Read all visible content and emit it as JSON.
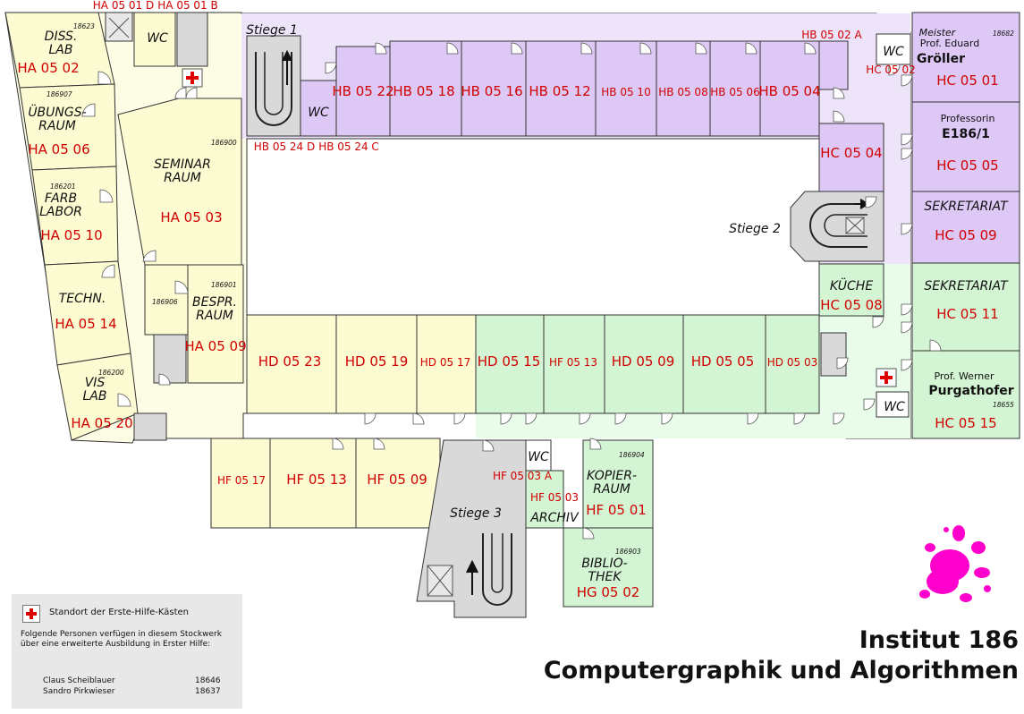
{
  "colors": {
    "yellow": "#fdfbd2",
    "violet": "#ddc8f6",
    "green": "#d4f5d4",
    "corr_v": "#ede4fa",
    "corr_y": "#fdfde6",
    "corr_g": "#e9fbe9",
    "stair": "#d9d9d9",
    "room_no": "#d10000",
    "splash": "#ff00cc"
  },
  "rooms": {
    "ha0502": {
      "label": "DISS.\nLAB",
      "no": "HA 05 02",
      "tel": "18623"
    },
    "ha0506": {
      "label": "ÜBUNGS-\nRAUM",
      "no": "HA 05 06",
      "tel": "186907"
    },
    "ha0510": {
      "label": "FARB\nLABOR",
      "no": "HA 05 10",
      "tel": "186201"
    },
    "ha0514": {
      "label": "TECHN.",
      "no": "HA 05 14"
    },
    "ha0520": {
      "label": "VIS\nLAB",
      "no": "HA 05 20",
      "tel": "186200"
    },
    "ha0503": {
      "label": "SEMINAR\nRAUM",
      "no": "HA 05 03",
      "tel": "186900"
    },
    "ha0509": {
      "label": "BESPR.\nRAUM",
      "no": "HA 05 09",
      "tel": "186901"
    },
    "ha_small": {
      "tel": "186906"
    },
    "hb0522": {
      "no": "HB 05 22"
    },
    "hb0518": {
      "no": "HB 05 18"
    },
    "hb0516": {
      "no": "HB 05 16"
    },
    "hb0512": {
      "no": "HB 05 12"
    },
    "hb0510": {
      "no": "HB 05 10"
    },
    "hb0508": {
      "no": "HB 05 08"
    },
    "hb0506": {
      "no": "HB 05 06"
    },
    "hb0504": {
      "no": "HB 05 04"
    },
    "hc0501": {
      "person_title": "Meister",
      "person_prof": "Prof. Eduard",
      "person_name": "Gröller",
      "no": "HC 05 01",
      "tel": "18682"
    },
    "hc0505": {
      "person_title": "Professorin",
      "person_name": "E186/1",
      "no": "HC 05 05"
    },
    "hc0509": {
      "label": "SEKRETARIAT",
      "no": "HC 05 09"
    },
    "hc0504": {
      "no": "HC 05 04"
    },
    "hc0508": {
      "label": "KÜCHE",
      "no": "HC 05 08"
    },
    "hc0511": {
      "label": "SEKRETARIAT",
      "no": "HC 05 11"
    },
    "hc0515": {
      "person_prof": "Prof. Werner",
      "person_name": "Purgathofer",
      "no": "HC 05 15",
      "tel": "18655"
    },
    "hd0523": {
      "no": "HD 05 23"
    },
    "hd0519": {
      "no": "HD 05 19"
    },
    "hd0517": {
      "no": "HD 05 17"
    },
    "hd0515": {
      "no": "HD 05 15"
    },
    "hf0513b": {
      "no": "HF 05 13"
    },
    "hd0509": {
      "no": "HD 05 09"
    },
    "hd0505": {
      "no": "HD 05 05"
    },
    "hd0503": {
      "no": "HD 05 03"
    },
    "hf0517": {
      "no": "HF 05 17"
    },
    "hf0513": {
      "no": "HF 05 13"
    },
    "hf0509": {
      "no": "HF 05 09"
    },
    "hf0501": {
      "label": "KOPIER-\nRAUM",
      "no": "HF 05 01",
      "tel": "186904"
    },
    "hf0503": {
      "label": "ARCHIV",
      "no": "HF 05 03"
    },
    "hf0503a": {
      "no": "HF 05 03 A"
    },
    "hg0502": {
      "label": "BIBLIO-\nTHEK",
      "no": "HG 05 02",
      "tel": "186903"
    }
  },
  "small_labels": {
    "ha0501d": "HA 05 01 D",
    "ha0501b": "HA 05 01 B",
    "hb0524d": "HB 05 24 D",
    "hb0524c": "HB 05 24 C",
    "hb0502a": "HB 05 02 A",
    "hc0502": "HC 05 02"
  },
  "wc": "WC",
  "stairs": {
    "s1": "Stiege 1",
    "s2": "Stiege 2",
    "s3": "Stiege 3"
  },
  "legend": {
    "icon": "first-aid-icon",
    "title": "Standort der Erste-Hilfe-Kästen",
    "note": "Folgende Personen verfügen in diesem Stockwerk über eine erweiterte Ausbildung in Erster Hilfe:",
    "persons": [
      {
        "name": "Claus Scheiblauer",
        "tel": "18646"
      },
      {
        "name": "Sandro Pirkwieser",
        "tel": "18637"
      }
    ]
  },
  "title": {
    "line1": "Institut 186",
    "line2": "Computergraphik und Algorithmen"
  }
}
